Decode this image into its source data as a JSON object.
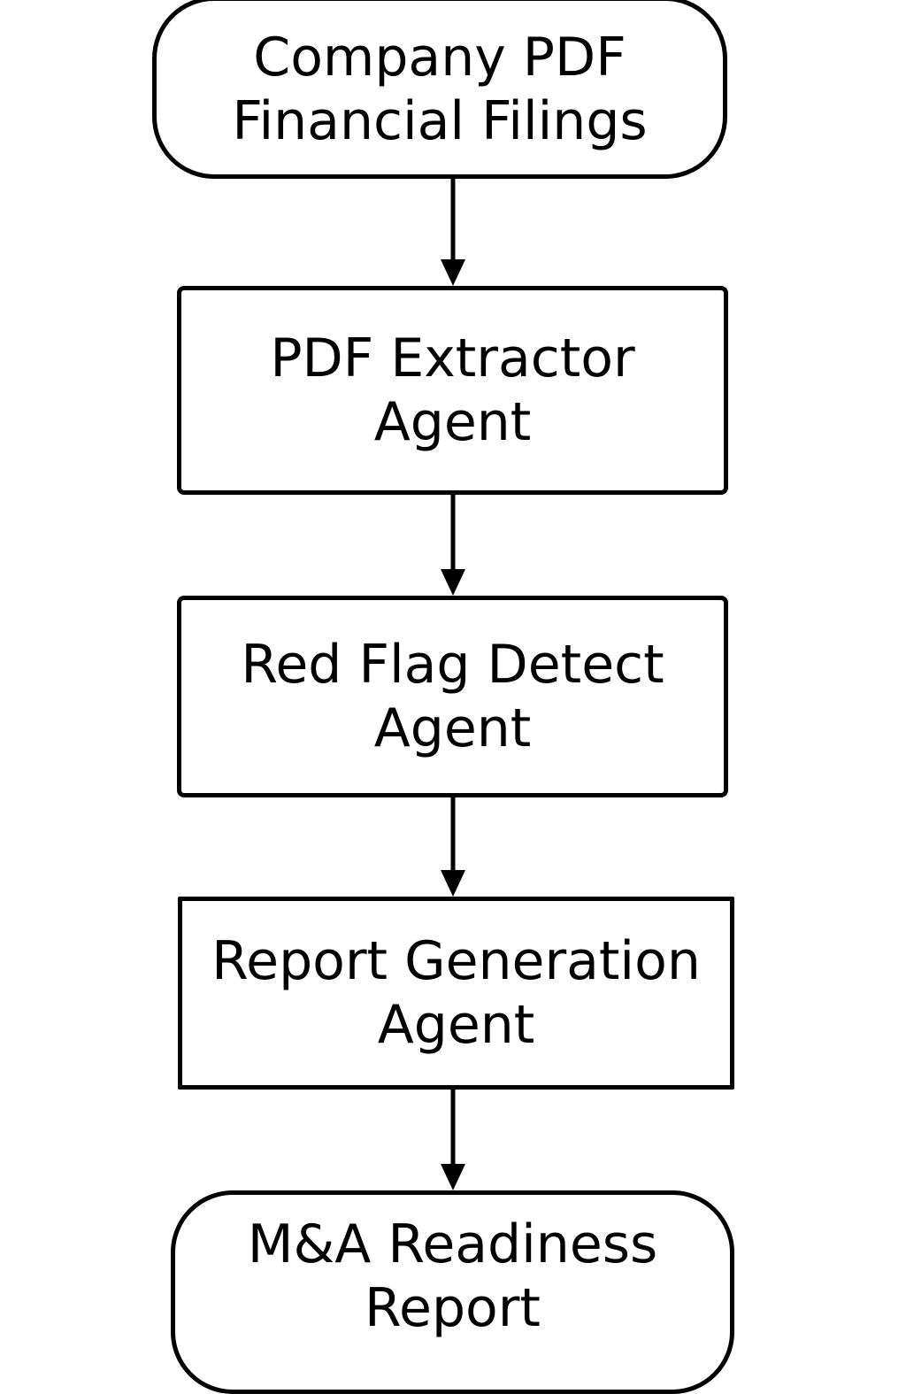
{
  "diagram": {
    "nodes": [
      {
        "id": "input",
        "shape": "rounded-terminal",
        "lines": [
          "Company PDF",
          "Financial Filings"
        ]
      },
      {
        "id": "extract",
        "shape": "rectangle",
        "lines": [
          "PDF Extractor",
          "Agent"
        ]
      },
      {
        "id": "redflag",
        "shape": "rectangle",
        "lines": [
          "Red Flag Detect",
          "Agent"
        ]
      },
      {
        "id": "report",
        "shape": "rectangle",
        "lines": [
          "Report Generation",
          "Agent"
        ]
      },
      {
        "id": "output",
        "shape": "rounded-terminal",
        "lines": [
          "M&A Readiness",
          "Report"
        ]
      }
    ],
    "edges": [
      {
        "from": "input",
        "to": "extract"
      },
      {
        "from": "extract",
        "to": "redflag"
      },
      {
        "from": "redflag",
        "to": "report"
      },
      {
        "from": "report",
        "to": "output"
      }
    ],
    "colors": {
      "stroke": "#000000",
      "background": "#ffffff",
      "text": "#000000"
    }
  }
}
